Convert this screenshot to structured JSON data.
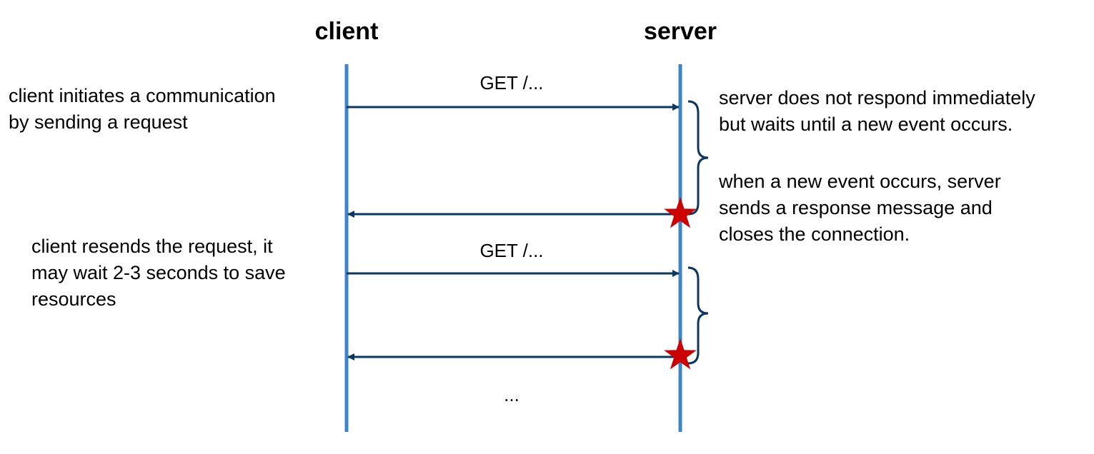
{
  "headers": {
    "client": "client",
    "server": "server"
  },
  "messages": {
    "request_1": "GET /...",
    "request_2": "GET /...",
    "continuation": "..."
  },
  "notes": {
    "client_initiates": [
      "client initiates a communication",
      "by sending a request"
    ],
    "server_waits": [
      "server does not respond immediately",
      "but waits until a new event occurs."
    ],
    "server_responds": [
      "when a new event occurs, server",
      "sends a response message and",
      "closes the connection."
    ],
    "client_resends": [
      "client resends the request, it",
      "may wait 2-3 seconds to save",
      "resources"
    ]
  },
  "colors": {
    "lifeline": "#3d85c6",
    "arrow": "#0b3762",
    "event_star": "#cc0000",
    "text": "#000000"
  },
  "icons": {
    "event_marker": "star-icon"
  }
}
